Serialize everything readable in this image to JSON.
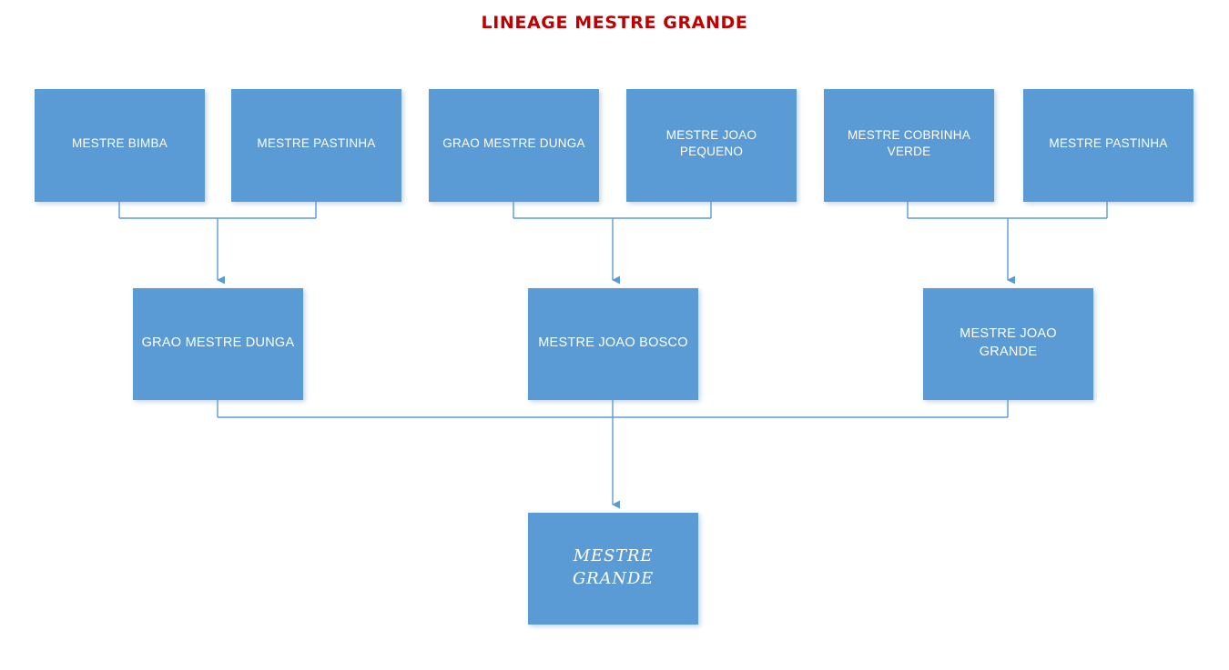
{
  "title": "LINEAGE MESTRE GRANDE",
  "colors": {
    "title_red": "#C00000",
    "node_blue": "#5B9BD5",
    "connector_blue": "#5B9BD5",
    "node_text": "#FFFFFF",
    "background": "#FFFFFF"
  },
  "nodes": {
    "gen1": [
      {
        "id": "mestre-bimba",
        "label": "MESTRE BIMBA"
      },
      {
        "id": "mestre-pastinha-left",
        "label": "MESTRE PASTINHA"
      },
      {
        "id": "grao-mestre-dunga-top",
        "label": "GRAO MESTRE DUNGA"
      },
      {
        "id": "mestre-joao-pequeno",
        "label": "MESTRE JOAO\nPEQUENO"
      },
      {
        "id": "mestre-cobrinha-verde",
        "label": "MESTRE COBRINHA\nVERDE"
      },
      {
        "id": "mestre-pastinha-right",
        "label": "MESTRE PASTINHA"
      }
    ],
    "gen2": [
      {
        "id": "grao-mestre-dunga",
        "label": "GRAO MESTRE DUNGA"
      },
      {
        "id": "mestre-joao-bosco",
        "label": "MESTRE JOAO BOSCO"
      },
      {
        "id": "mestre-joao-grande",
        "label": "MESTRE JOAO GRANDE"
      }
    ],
    "gen3": [
      {
        "id": "mestre-grande",
        "label": "MESTRE GRANDE"
      }
    ]
  },
  "chart_data": {
    "type": "diagram",
    "subtype": "lineage-tree",
    "title": "LINEAGE MESTRE GRANDE",
    "levels": [
      {
        "level": 1,
        "nodes": [
          "MESTRE BIMBA",
          "MESTRE PASTINHA",
          "GRAO MESTRE DUNGA",
          "MESTRE JOAO PEQUENO",
          "MESTRE COBRINHA VERDE",
          "MESTRE PASTINHA"
        ]
      },
      {
        "level": 2,
        "nodes": [
          "GRAO MESTRE DUNGA",
          "MESTRE JOAO BOSCO",
          "MESTRE JOAO GRANDE"
        ]
      },
      {
        "level": 3,
        "nodes": [
          "MESTRE GRANDE"
        ]
      }
    ],
    "edges": [
      {
        "from": "MESTRE BIMBA",
        "to": "GRAO MESTRE DUNGA"
      },
      {
        "from": "MESTRE PASTINHA",
        "to": "GRAO MESTRE DUNGA"
      },
      {
        "from": "GRAO MESTRE DUNGA",
        "to": "MESTRE JOAO BOSCO"
      },
      {
        "from": "MESTRE JOAO PEQUENO",
        "to": "MESTRE JOAO BOSCO"
      },
      {
        "from": "MESTRE COBRINHA VERDE",
        "to": "MESTRE JOAO GRANDE"
      },
      {
        "from": "MESTRE PASTINHA",
        "to": "MESTRE JOAO GRANDE"
      },
      {
        "from": "GRAO MESTRE DUNGA",
        "to": "MESTRE GRANDE"
      },
      {
        "from": "MESTRE JOAO BOSCO",
        "to": "MESTRE GRANDE"
      },
      {
        "from": "MESTRE JOAO GRANDE",
        "to": "MESTRE GRANDE"
      }
    ]
  }
}
